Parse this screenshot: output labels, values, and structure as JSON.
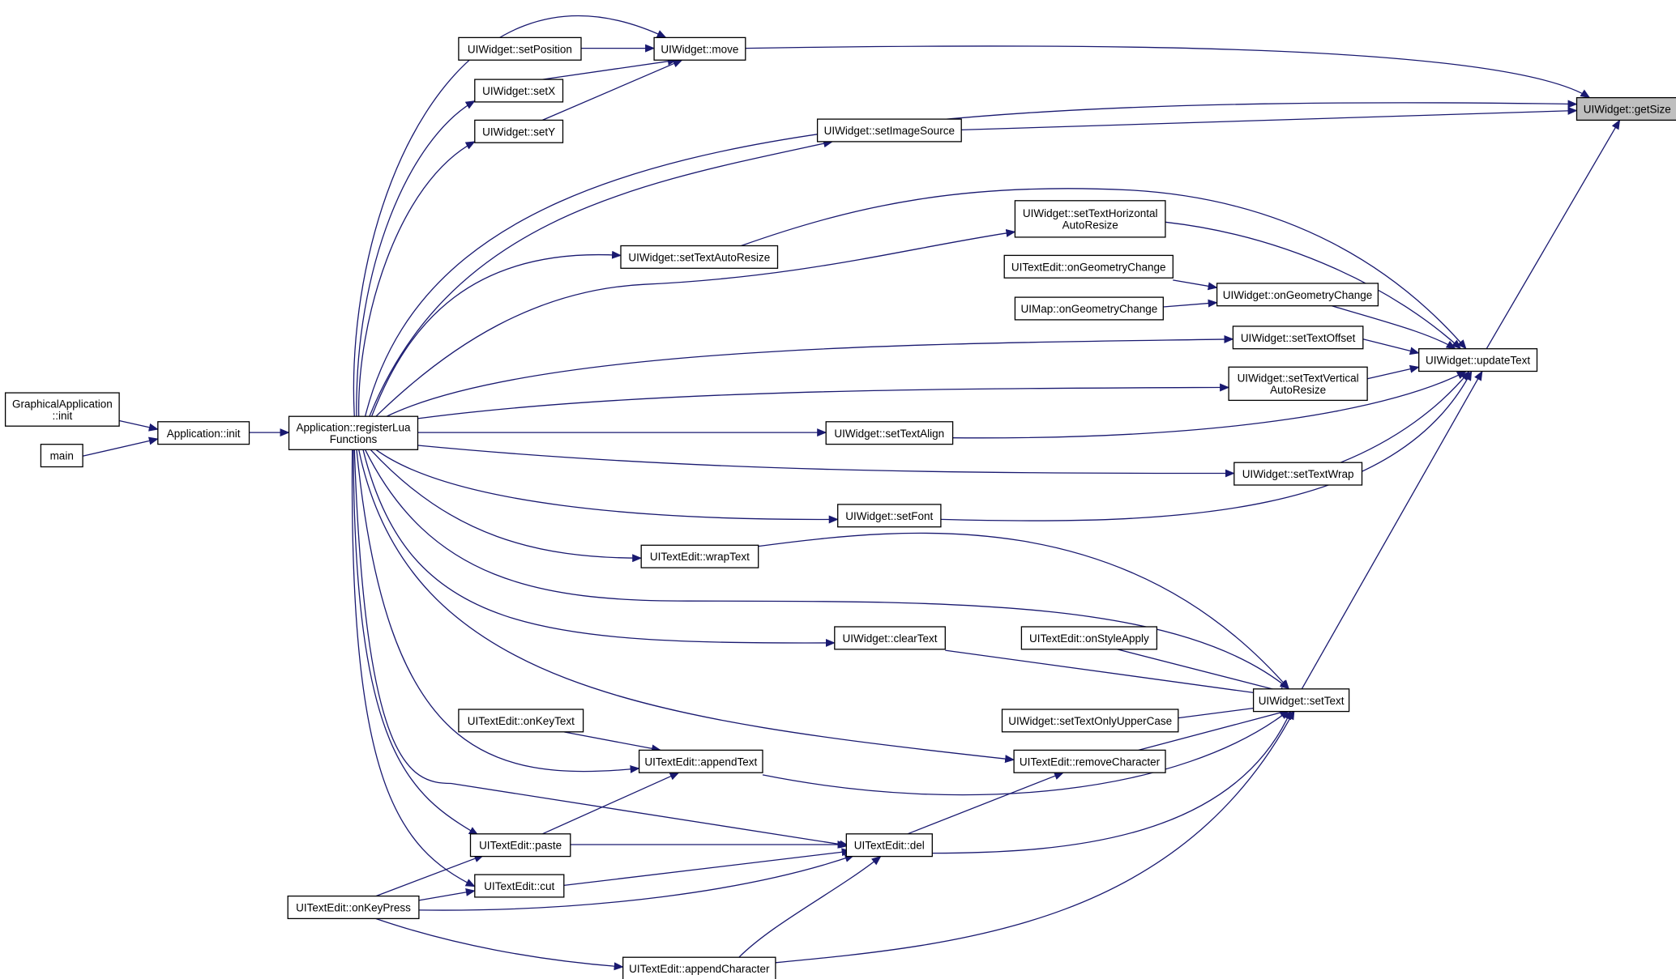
{
  "diagram": {
    "type": "caller-graph",
    "edge_color": "#191970",
    "highlight_color": "#bfbfbf",
    "nodes": [
      {
        "id": "getSize",
        "lines": [
          "UIWidget::getSize"
        ],
        "highlight": true
      },
      {
        "id": "move",
        "lines": [
          "UIWidget::move"
        ]
      },
      {
        "id": "setPosition",
        "lines": [
          "UIWidget::setPosition"
        ]
      },
      {
        "id": "setX",
        "lines": [
          "UIWidget::setX"
        ]
      },
      {
        "id": "setY",
        "lines": [
          "UIWidget::setY"
        ]
      },
      {
        "id": "setImageSource",
        "lines": [
          "UIWidget::setImageSource"
        ]
      },
      {
        "id": "setTextHorizontal",
        "lines": [
          "UIWidget::setTextHorizontal",
          "AutoResize"
        ]
      },
      {
        "id": "setTextAutoResize",
        "lines": [
          "UIWidget::setTextAutoResize"
        ]
      },
      {
        "id": "teOnGeometryChange",
        "lines": [
          "UITextEdit::onGeometryChange"
        ]
      },
      {
        "id": "mapOnGeometryChange",
        "lines": [
          "UIMap::onGeometryChange"
        ]
      },
      {
        "id": "wOnGeometryChange",
        "lines": [
          "UIWidget::onGeometryChange"
        ]
      },
      {
        "id": "setTextOffset",
        "lines": [
          "UIWidget::setTextOffset"
        ]
      },
      {
        "id": "updateText",
        "lines": [
          "UIWidget::updateText"
        ]
      },
      {
        "id": "setTextVertical",
        "lines": [
          "UIWidget::setTextVertical",
          "AutoResize"
        ]
      },
      {
        "id": "gaInit",
        "lines": [
          "GraphicalApplication",
          "::init"
        ]
      },
      {
        "id": "appInit",
        "lines": [
          "Application::init"
        ]
      },
      {
        "id": "registerLua",
        "lines": [
          "Application::registerLua",
          "Functions"
        ]
      },
      {
        "id": "main",
        "lines": [
          "main"
        ]
      },
      {
        "id": "setTextAlign",
        "lines": [
          "UIWidget::setTextAlign"
        ]
      },
      {
        "id": "setTextWrap",
        "lines": [
          "UIWidget::setTextWrap"
        ]
      },
      {
        "id": "setFont",
        "lines": [
          "UIWidget::setFont"
        ]
      },
      {
        "id": "wrapText",
        "lines": [
          "UITextEdit::wrapText"
        ]
      },
      {
        "id": "clearText",
        "lines": [
          "UIWidget::clearText"
        ]
      },
      {
        "id": "onStyleApply",
        "lines": [
          "UITextEdit::onStyleApply"
        ]
      },
      {
        "id": "setText",
        "lines": [
          "UIWidget::setText"
        ]
      },
      {
        "id": "onKeyText",
        "lines": [
          "UITextEdit::onKeyText"
        ]
      },
      {
        "id": "setTextOnlyUpperCase",
        "lines": [
          "UIWidget::setTextOnlyUpperCase"
        ]
      },
      {
        "id": "appendText",
        "lines": [
          "UITextEdit::appendText"
        ]
      },
      {
        "id": "removeCharacter",
        "lines": [
          "UITextEdit::removeCharacter"
        ]
      },
      {
        "id": "paste",
        "lines": [
          "UITextEdit::paste"
        ]
      },
      {
        "id": "del",
        "lines": [
          "UITextEdit::del"
        ]
      },
      {
        "id": "cut",
        "lines": [
          "UITextEdit::cut"
        ]
      },
      {
        "id": "onKeyPress",
        "lines": [
          "UITextEdit::onKeyPress"
        ]
      },
      {
        "id": "appendCharacter",
        "lines": [
          "UITextEdit::appendCharacter"
        ]
      }
    ],
    "edges": [
      [
        "gaInit",
        "appInit"
      ],
      [
        "main",
        "appInit"
      ],
      [
        "appInit",
        "registerLua"
      ],
      [
        "registerLua",
        "move"
      ],
      [
        "registerLua",
        "setX"
      ],
      [
        "registerLua",
        "setY"
      ],
      [
        "registerLua",
        "getSize"
      ],
      [
        "registerLua",
        "setImageSource"
      ],
      [
        "registerLua",
        "setTextAutoResize"
      ],
      [
        "registerLua",
        "setTextHorizontal"
      ],
      [
        "registerLua",
        "setTextOffset"
      ],
      [
        "registerLua",
        "setTextVertical"
      ],
      [
        "registerLua",
        "setTextAlign"
      ],
      [
        "registerLua",
        "setTextWrap"
      ],
      [
        "registerLua",
        "setFont"
      ],
      [
        "registerLua",
        "wrapText"
      ],
      [
        "registerLua",
        "setText"
      ],
      [
        "registerLua",
        "clearText"
      ],
      [
        "registerLua",
        "removeCharacter"
      ],
      [
        "registerLua",
        "appendText"
      ],
      [
        "registerLua",
        "del"
      ],
      [
        "registerLua",
        "paste"
      ],
      [
        "registerLua",
        "cut"
      ],
      [
        "setPosition",
        "move"
      ],
      [
        "setX",
        "move"
      ],
      [
        "setY",
        "move"
      ],
      [
        "move",
        "getSize"
      ],
      [
        "setImageSource",
        "getSize"
      ],
      [
        "updateText",
        "getSize"
      ],
      [
        "setTextAutoResize",
        "updateText"
      ],
      [
        "setTextHorizontal",
        "updateText"
      ],
      [
        "teOnGeometryChange",
        "wOnGeometryChange"
      ],
      [
        "mapOnGeometryChange",
        "wOnGeometryChange"
      ],
      [
        "wOnGeometryChange",
        "updateText"
      ],
      [
        "setTextOffset",
        "updateText"
      ],
      [
        "setTextVertical",
        "updateText"
      ],
      [
        "setTextAlign",
        "updateText"
      ],
      [
        "setTextWrap",
        "updateText"
      ],
      [
        "setFont",
        "updateText"
      ],
      [
        "setText",
        "updateText"
      ],
      [
        "wrapText",
        "setText"
      ],
      [
        "clearText",
        "setText"
      ],
      [
        "onStyleApply",
        "setText"
      ],
      [
        "setTextOnlyUpperCase",
        "setText"
      ],
      [
        "removeCharacter",
        "setText"
      ],
      [
        "appendText",
        "setText"
      ],
      [
        "del",
        "setText"
      ],
      [
        "appendCharacter",
        "setText"
      ],
      [
        "onKeyText",
        "appendText"
      ],
      [
        "paste",
        "appendText"
      ],
      [
        "del",
        "removeCharacter"
      ],
      [
        "paste",
        "del"
      ],
      [
        "cut",
        "del"
      ],
      [
        "onKeyPress",
        "del"
      ],
      [
        "appendCharacter",
        "del"
      ],
      [
        "onKeyPress",
        "paste"
      ],
      [
        "onKeyPress",
        "cut"
      ],
      [
        "onKeyPress",
        "appendCharacter"
      ]
    ]
  }
}
